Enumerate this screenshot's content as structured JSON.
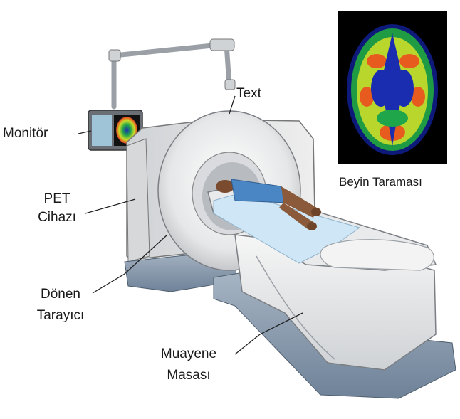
{
  "labels": {
    "text_label": "Text",
    "monitor": "Monitör",
    "pet_line1": "PET",
    "pet_line2": "Cihazı",
    "rotating_line1": "Dönen",
    "rotating_line2": "Tarayıcı",
    "table_line1": "Muayene",
    "table_line2": "Masası",
    "brain_scan": "Beyin Taraması"
  },
  "colors": {
    "scanner_body": "#e8e8e8",
    "scanner_shade": "#c9cccf",
    "base_blue": "#8e9fb2",
    "pad_blue": "#cfe6f6",
    "patient_shirt": "#4a86c4",
    "patient_skin": "#8a5a3a",
    "brain_bg": "#000000"
  },
  "icons": [
    "pet-scanner-illustration",
    "brain-scan-image",
    "monitor-screen"
  ]
}
